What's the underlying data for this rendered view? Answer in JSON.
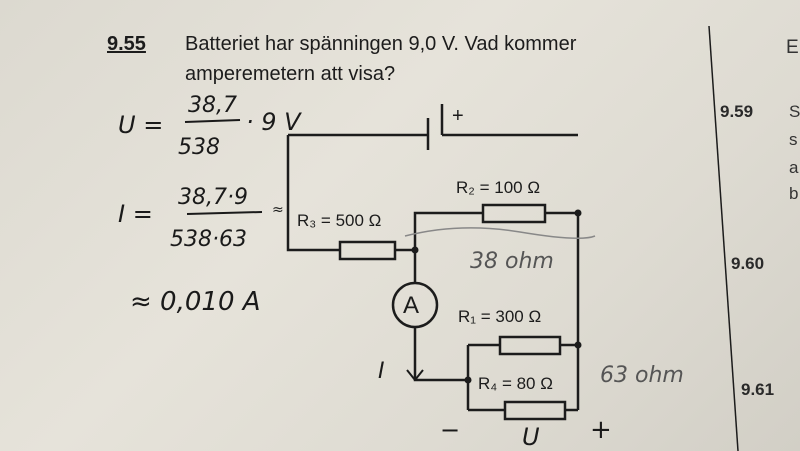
{
  "problem": {
    "number": "9.55",
    "line1": "Batteriet har spänningen 9,0 V. Vad kommer",
    "line2": "amperemetern att visa?"
  },
  "circuit": {
    "battery_plus": "+",
    "ammeter_label": "A",
    "r1": "R₁ = 300 Ω",
    "r2": "R₂ = 100 Ω",
    "r3": "R₃ = 500 Ω",
    "r4": "R₄ = 80 Ω"
  },
  "handwriting": {
    "u_lhs": "U =",
    "u_num": "38,7",
    "u_den": "538",
    "u_tail": "· 9 V",
    "i_lhs": "I =",
    "i_num": "38,7·9",
    "i_den": "538·63",
    "approx": "≈",
    "result": "≈ 0,010 A",
    "r_note1": "38 ohm",
    "r_note2": "63 ohm",
    "current_label": "I",
    "minus": "−",
    "u_label": "U",
    "plus": "+"
  },
  "side_column": {
    "heading_partial": "E",
    "items": [
      {
        "number": "9.59",
        "text": [
          "S",
          "s",
          "a",
          "b"
        ]
      },
      {
        "number": "9.60"
      },
      {
        "number": "9.61"
      }
    ]
  }
}
